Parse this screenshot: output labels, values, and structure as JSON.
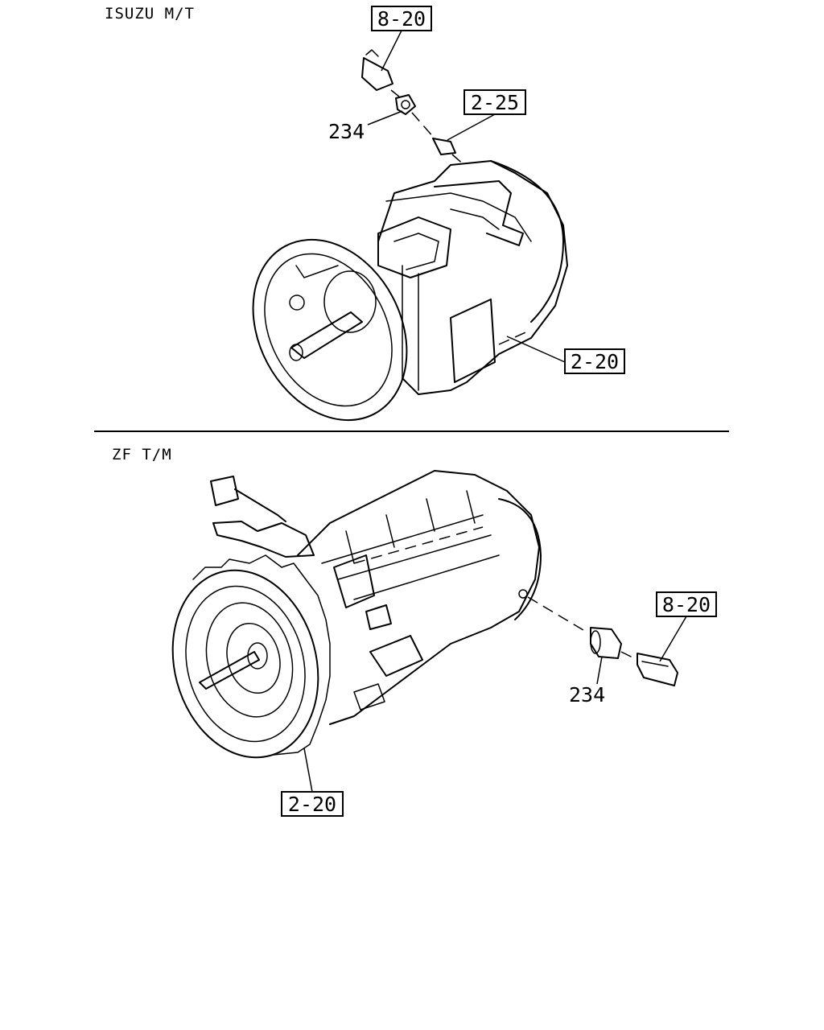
{
  "sections": [
    {
      "title": "ISUZU M/T",
      "callouts": [
        {
          "ref": "8-20"
        },
        {
          "ref": "2-25"
        },
        {
          "ref": "2-20"
        }
      ],
      "part_numbers": [
        "234"
      ]
    },
    {
      "title": "ZF T/M",
      "callouts": [
        {
          "ref": "8-20"
        },
        {
          "ref": "2-20"
        }
      ],
      "part_numbers": [
        "234"
      ]
    }
  ],
  "colors": {
    "ink": "#000000",
    "paper": "#ffffff"
  }
}
